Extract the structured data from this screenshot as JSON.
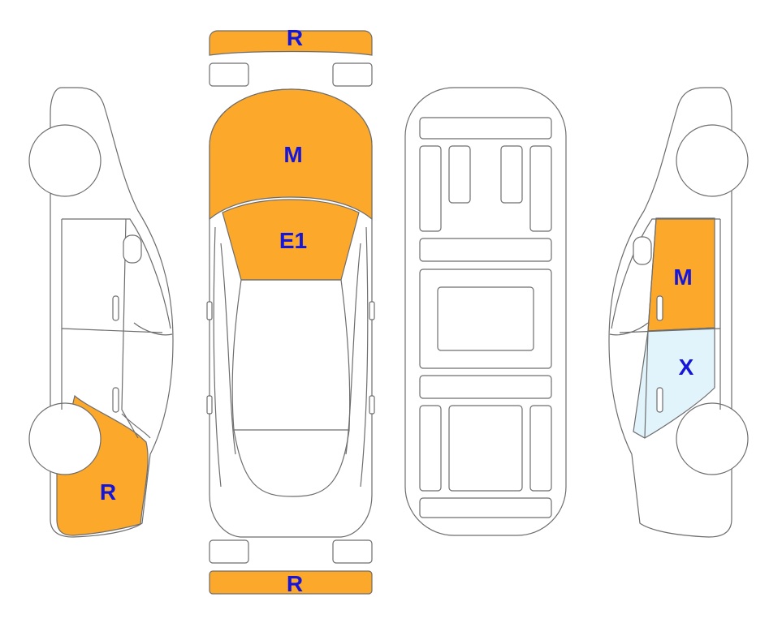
{
  "colors": {
    "R": "#FBA82B",
    "M": "#FBA82B",
    "E1": "#FBA82B",
    "X": "#E2F4FB",
    "label_text": "#1616D9",
    "outline": "#6D6D6D"
  },
  "zones": {
    "front_bumper": "R",
    "rear_bumper": "R",
    "hood": "M",
    "windshield": "E1",
    "left_rear": "R",
    "right_front_door": "M",
    "right_rear_door": "X"
  }
}
